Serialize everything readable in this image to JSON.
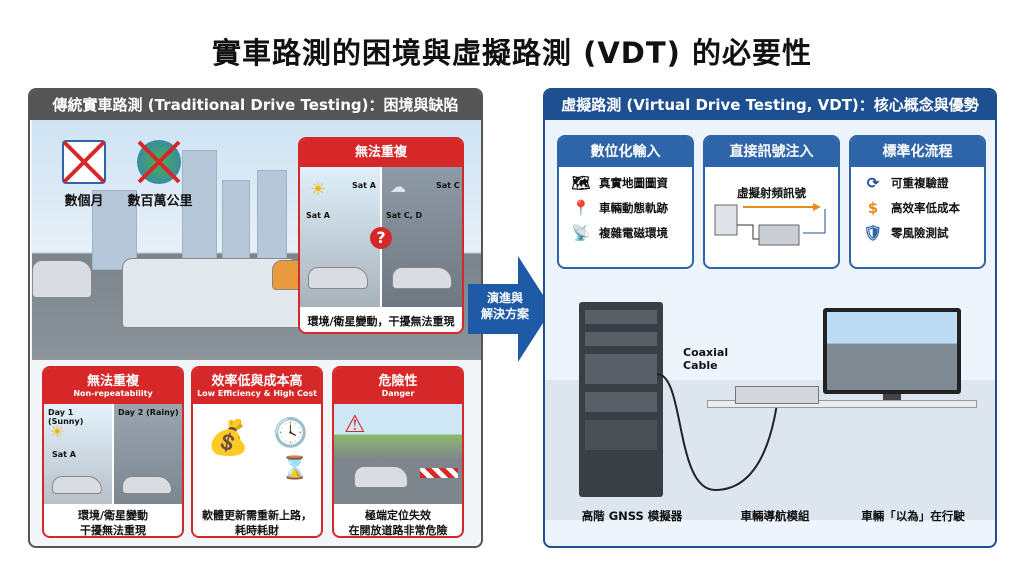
{
  "title": "實車路測的困境與虛擬路測 (VDT) 的必要性",
  "left": {
    "header": "傳統實車路測 (Traditional Drive Testing)：困境與缺陷",
    "icons": [
      {
        "label": "數個月",
        "icon": "calendar-crossed-icon"
      },
      {
        "label": "數百萬公里",
        "icon": "globe-crossed-icon"
      }
    ],
    "callout": {
      "title": "無法重複",
      "sat_a": "Sat A",
      "sat_a2": "Sat A",
      "sat_c": "Sat C",
      "sat_cd": "Sat C, D",
      "caption": "環境/衛星變動，干擾無法重現"
    },
    "cards": [
      {
        "title": "無法重複",
        "subtitle": "Non-repeatability",
        "day1": "Day 1 (Sunny)",
        "day2": "Day 2 (Rainy)",
        "sat": "Sat A",
        "caption1": "環境/衛星變動",
        "caption2": "干擾無法重現"
      },
      {
        "title": "效率低與成本高",
        "subtitle": "Low Efficiency & High Cost",
        "caption1": "軟體更新需重新上路，",
        "caption2": "耗時耗財"
      },
      {
        "title": "危險性",
        "subtitle": "Danger",
        "caption1": "極端定位失效",
        "caption2": "在開放道路非常危險"
      }
    ]
  },
  "arrow": {
    "line1": "演進與",
    "line2": "解決方案"
  },
  "right": {
    "header": "虛擬路測 (Virtual Drive Testing, VDT)：核心概念與優勢",
    "cards": [
      {
        "title": "數位化輸入",
        "items": [
          "真實地圖圖資",
          "車輛動態軌跡",
          "複雜電磁環境"
        ]
      },
      {
        "title": "直接訊號注入",
        "label": "虛擬射頻訊號"
      },
      {
        "title": "標準化流程",
        "items": [
          "可重複驗證",
          "高效率低成本",
          "零風險測試"
        ]
      }
    ],
    "cable": {
      "line1": "Coaxial",
      "line2": "Cable"
    },
    "labels": [
      "高階 GNSS 模擬器",
      "車輛導航模組",
      "車輛「以為」在行駛"
    ]
  },
  "colors": {
    "red": "#d62828",
    "blue": "#1d4f91",
    "gray": "#555555"
  }
}
